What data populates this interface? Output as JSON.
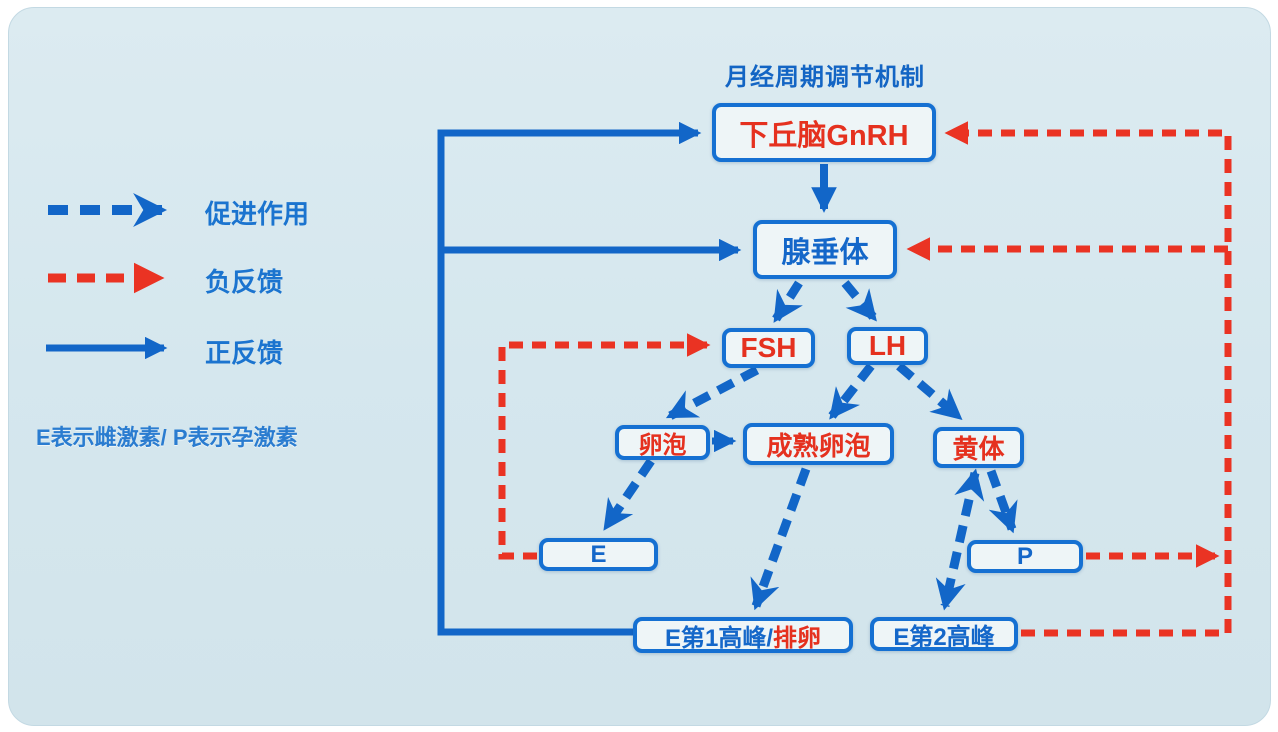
{
  "title": "月经周期调节机制",
  "legend": {
    "promote_label": "促进作用",
    "negative_label": "负反馈",
    "positive_label": "正反馈",
    "note": "E表示雌激素/ P表示孕激素"
  },
  "nodes": {
    "hypothalamus": "下丘脑GnRH",
    "pituitary": "腺垂体",
    "fsh": "FSH",
    "lh": "LH",
    "follicle": "卵泡",
    "mature_follicle": "成熟卵泡",
    "corpus_luteum": "黄体",
    "estrogen": "E",
    "progesterone": "P",
    "e_peak1_blue": "E第1高峰/",
    "e_peak1_red": "排卵",
    "e_peak2": "E第2高峰"
  },
  "colors": {
    "blue": "#1266c8",
    "red": "#ea3323",
    "text_red": "#e5311f",
    "text_blue": "#1467c9",
    "panel_bg": "#d7e8ee"
  }
}
